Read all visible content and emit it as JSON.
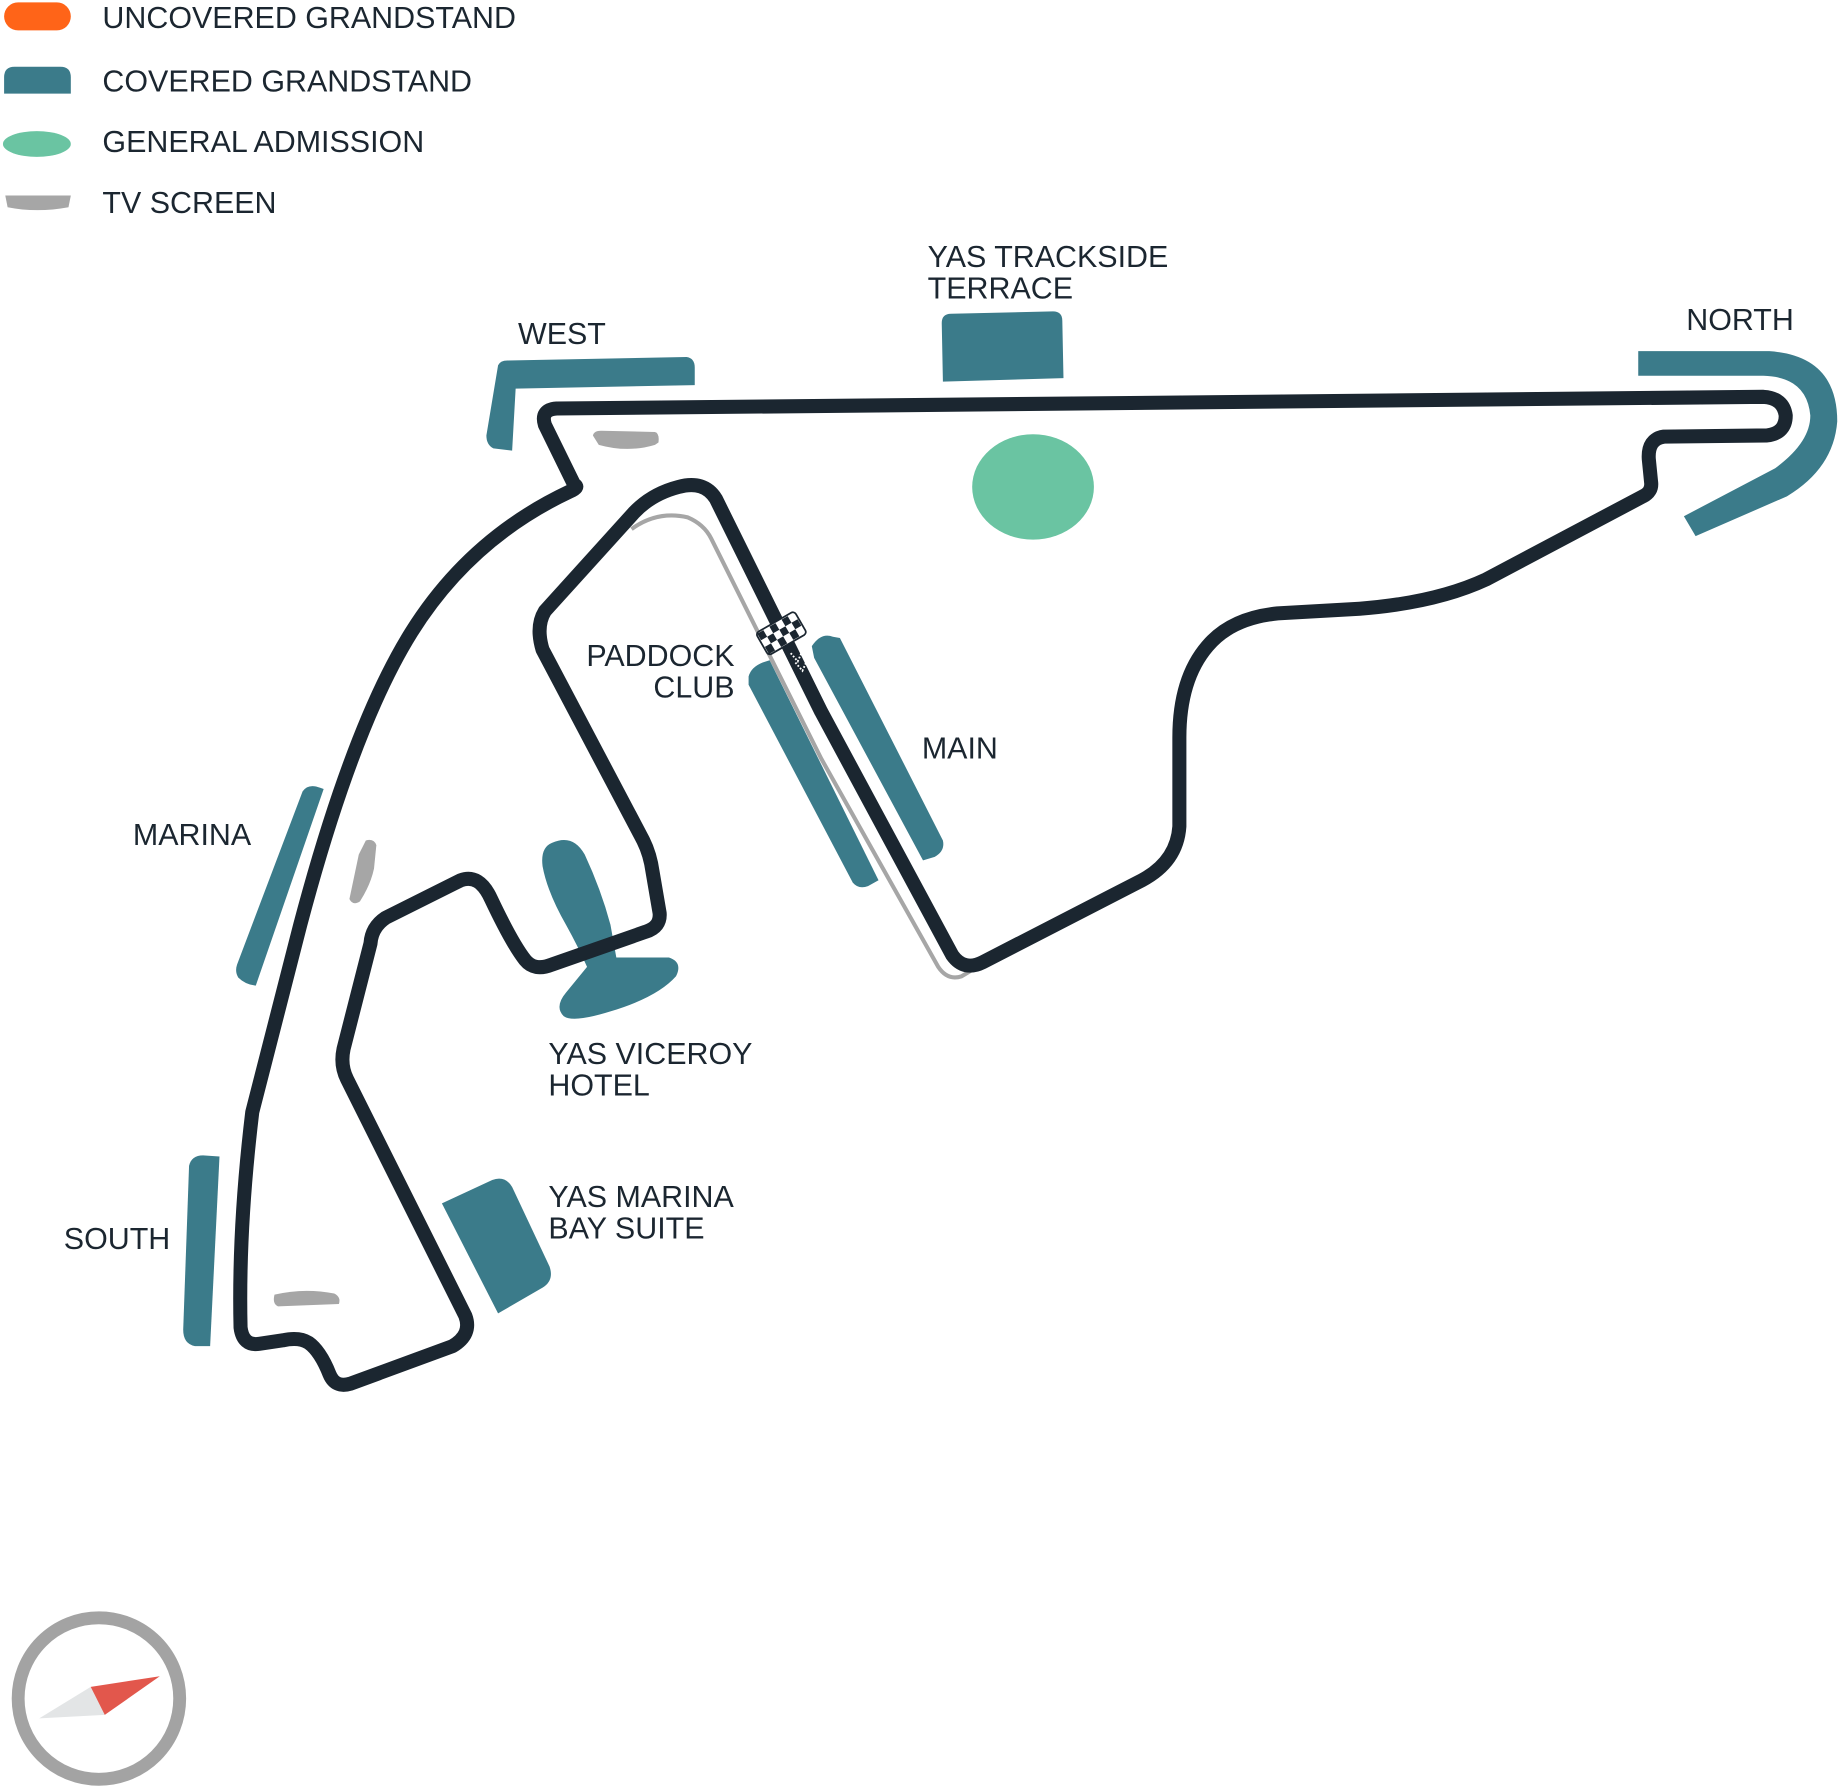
{
  "legend": {
    "items": [
      {
        "label": "UNCOVERED GRANDSTAND",
        "color": "#ff6418",
        "shape": "rounded-rect"
      },
      {
        "label": "COVERED GRANDSTAND",
        "color": "#3b7b8a",
        "shape": "rounded-top-rect"
      },
      {
        "label": "GENERAL ADMISSION",
        "color": "#6ac4a2",
        "shape": "ellipse"
      },
      {
        "label": "TV SCREEN",
        "color": "#a6a6a6",
        "shape": "screen"
      }
    ]
  },
  "grandstands": {
    "west": "WEST",
    "trackside_line1": "YAS TRACKSIDE",
    "trackside_line2": "TERRACE",
    "north": "NORTH",
    "paddock_line1": "PADDOCK",
    "paddock_line2": "CLUB",
    "main": "MAIN",
    "marina": "MARINA",
    "viceroy_line1": "YAS VICEROY",
    "viceroy_line2": "HOTEL",
    "bay_suite_line1": "YAS MARINA",
    "bay_suite_line2": "BAY SUITE",
    "south": "SOUTH"
  },
  "colors": {
    "track": "#1b2630",
    "covered": "#3b7b8a",
    "uncovered": "#ff6418",
    "general_admission": "#6ac4a2",
    "tv_screen": "#a6a6a6",
    "compass_ring": "#a3a3a3",
    "compass_north": "#e2574c",
    "compass_south": "#e3e5e6"
  },
  "compass": {
    "icon": "compass-icon"
  }
}
